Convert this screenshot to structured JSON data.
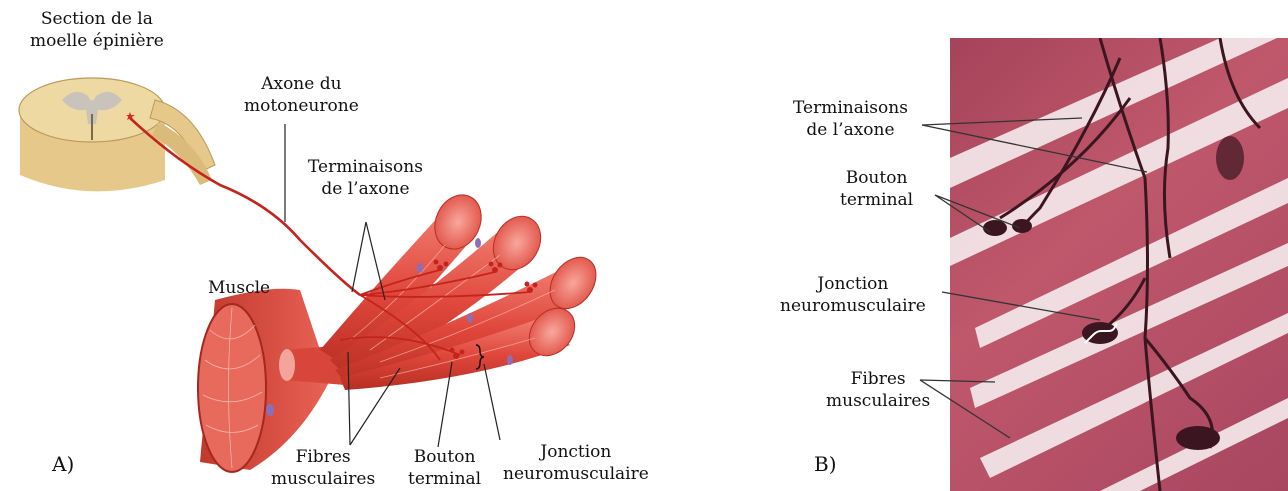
{
  "panel_a": {
    "letter": "A)",
    "labels": {
      "spinal_section": [
        "Section de la",
        "moelle épinière"
      ],
      "motor_axon": [
        "Axone du",
        "motoneurone"
      ],
      "axon_terminals": [
        "Terminaisons",
        "de l’axone"
      ],
      "muscle": "Muscle",
      "muscle_fibers": [
        "Fibres",
        "musculaires"
      ],
      "terminal_button": [
        "Bouton",
        "terminal"
      ],
      "nm_junction": [
        "Jonction",
        "neuromusculaire"
      ]
    }
  },
  "panel_b": {
    "letter": "B)",
    "labels": {
      "axon_terminals": [
        "Terminaisons",
        "de l’axone"
      ],
      "terminal_button": [
        "Bouton",
        "terminal"
      ],
      "nm_junction": [
        "Jonction",
        "neuromusculaire"
      ],
      "muscle_fibers": [
        "Fibres",
        "musculaires"
      ]
    }
  },
  "colors": {
    "spinal_cream": "#efd9a3",
    "grey_matter": "#c9c3bb",
    "nerve_red": "#c4241c",
    "muscle_red": "#e8564a",
    "muscle_dark": "#b82e22",
    "fiber_end": "#f07a6e",
    "nucleus_purple": "#8a6fb8",
    "micro_base": "#b0485e",
    "micro_band": "#f6ecef",
    "micro_nerve": "#3b1620"
  }
}
